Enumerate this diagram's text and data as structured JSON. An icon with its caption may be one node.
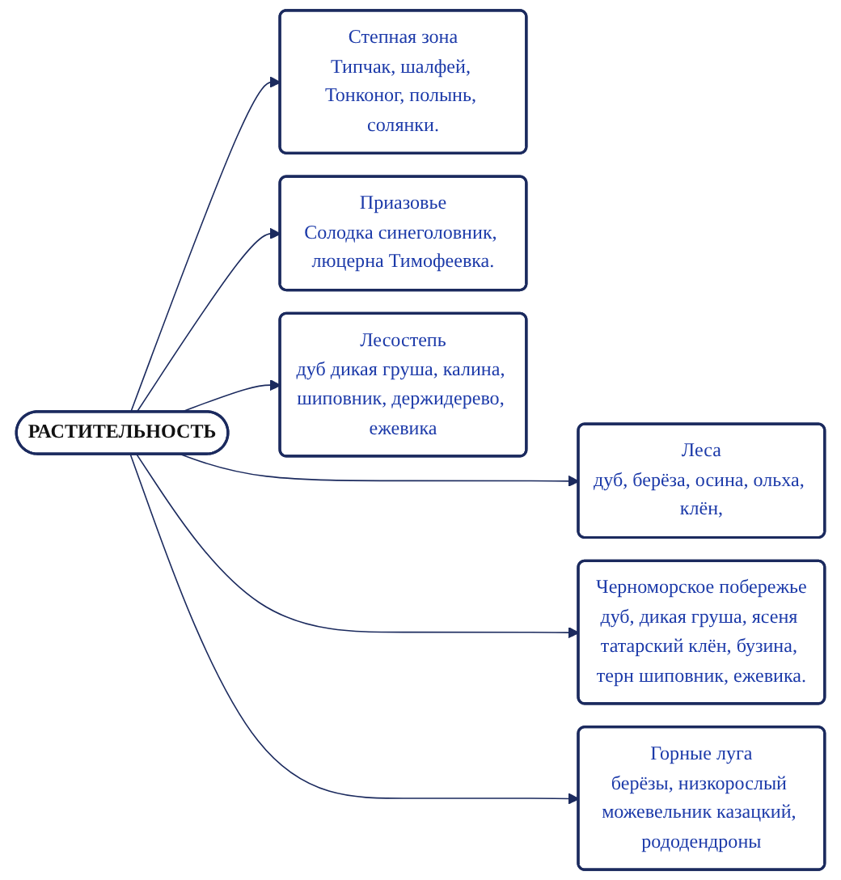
{
  "diagram": {
    "nodes": [
      {
        "text": [
          "Степная зона",
          "Типчак, шалфей, Тонконог, полынь, солянки."
        ]
      },
      {
        "text": [
          "Приазовье",
          "Солодка синеголовник, люцерна Тимофеевка."
        ]
      },
      {
        "text": [
          "РАСТИТЕЛЬНОСТЬ"
        ]
      },
      {
        "text": [
          "Лесостепь",
          "дуб дикая груша, калина, шиповник, держидерево, ежевика"
        ]
      },
      {
        "text": [
          "Леса",
          "дуб, берёза, осина, ольха, клён,"
        ]
      },
      {
        "text": [
          "Черноморское побережье",
          "дуб, дикая груша, ясеня татарский клён, бузина, терн шиповник, ежевика."
        ]
      },
      {
        "text": [
          "Горные луга",
          "берёзы, низкорослый можевельник казацкий, рододендроны"
        ]
      }
    ],
    "edges": [
      {
        "from": 2,
        "to": 0,
        "arrow": "to"
      },
      {
        "from": 2,
        "to": 1,
        "arrow": "to"
      },
      {
        "from": 2,
        "to": 3,
        "arrow": "to"
      },
      {
        "from": 2,
        "to": 4,
        "arrow": "to"
      },
      {
        "from": 2,
        "to": 5,
        "arrow": "to"
      },
      {
        "from": 2,
        "to": 6,
        "arrow": "to"
      }
    ]
  }
}
